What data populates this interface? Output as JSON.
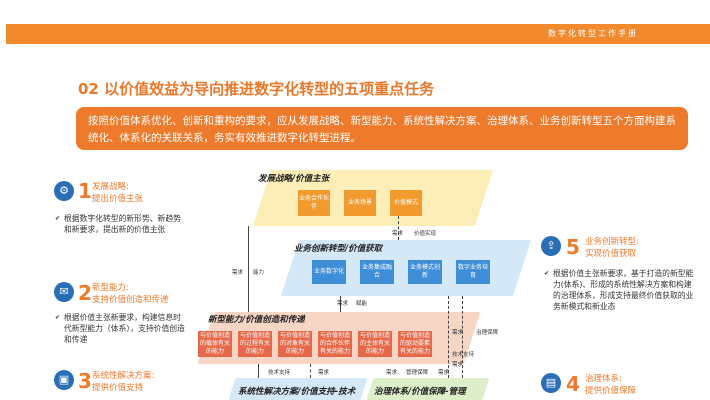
{
  "header": {
    "manual_title": "数字化转型工作手册"
  },
  "section": {
    "title": "02 以价值效益为导向推进数字化转型的五项重点任务",
    "intro": "按照价值体系优化、创新和重构的要求，应从发展战略、新型能力、系统性解决方案、治理体系、业务创新转型五个方面构建系统化、体系化的关联关系，务实有效推进数字化转型进程。"
  },
  "tasks": [
    {
      "num": "1",
      "title": "发展战略:",
      "subtitle": "提出价值主张",
      "desc": "根据数字化转型的新形势、新趋势和新要求，提出新的价值主张",
      "icon": "gear-icon"
    },
    {
      "num": "2",
      "title": "新型能力:",
      "subtitle": "支持价值创造和传递",
      "desc": "根据价值主张新要求，构建信息时代新型能力（体系），支持价值创造和传递",
      "icon": "chat-icon"
    },
    {
      "num": "3",
      "title": "系统性解决方案:",
      "subtitle": "提供价值支持",
      "desc": "",
      "icon": "monitor-icon"
    },
    {
      "num": "4",
      "title": "治理体系:",
      "subtitle": "提供价值保障",
      "desc": "",
      "icon": "document-icon"
    },
    {
      "num": "5",
      "title": "业务创新转型:",
      "subtitle": "实现价值获取",
      "desc": "根据价值主张新要求，基于打造的新型能力(体系)、形成的系统性解决方案和构建的治理体系，形成支持最终价值获取的业务新模式和新业态",
      "icon": "upload-icon"
    }
  ],
  "diagram": {
    "strategy_label": "发展战略/价值主张",
    "strategy_boxes": [
      "业务合作伙伴",
      "业务场景",
      "价值模式"
    ],
    "business_label": "业务创新转型/价值获取",
    "business_boxes": [
      "业务数字化",
      "业务集成融合",
      "业务模式创新",
      "数字业务培育"
    ],
    "capability_label": "新型能力/价值创造和传递",
    "capability_boxes": [
      "与价值创造的载体有关的能力",
      "与价值创造的过程有关的能力",
      "与价值创造的对象有关的能力",
      "与价值创造的合作伙伴有关的能力",
      "与价值创造的主体有关的能力",
      "与价值创造的驱动要素有关的能力"
    ],
    "solution_label": "系统性解决方案/价值支持-技术",
    "governance_label": "治理体系/价值保障-管理",
    "connectors": {
      "need_1": "需求",
      "value_realize": "价值实现",
      "need_2": "需求",
      "capability": "能力",
      "need_3": "需求",
      "enable": "赋能",
      "need_4": "需求",
      "governance_guarantee": "治理保障",
      "need_5": "需求",
      "tech_support": "技术支持",
      "need_6": "需求",
      "manage_guarantee": "管理保障",
      "need_7": "需求",
      "tech_support_2": "技术支持",
      "need_8": "需求"
    }
  },
  "colors": {
    "accent": "#ee7a2b",
    "blue": "#2a6fb5"
  }
}
